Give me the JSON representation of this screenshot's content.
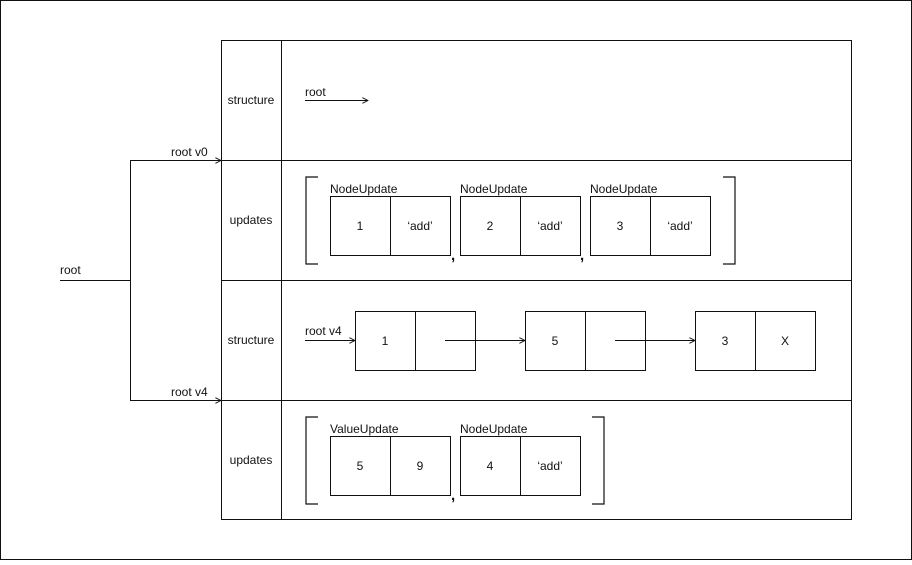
{
  "pointers": {
    "root": "root",
    "root_v0": "root v0",
    "root_v4": "root v4"
  },
  "sections": {
    "v0_structure": {
      "label": "structure",
      "pointer": "root"
    },
    "v0_updates": {
      "label": "updates",
      "items": [
        {
          "type": "NodeUpdate",
          "key": "1",
          "op": "‘add’"
        },
        {
          "type": "NodeUpdate",
          "key": "2",
          "op": "‘add’"
        },
        {
          "type": "NodeUpdate",
          "key": "3",
          "op": "‘add’"
        }
      ]
    },
    "v4_structure": {
      "label": "structure",
      "pointer": "root v4",
      "nodes": [
        {
          "value": "1",
          "next": ""
        },
        {
          "value": "5",
          "next": ""
        },
        {
          "value": "3",
          "next": "X"
        }
      ]
    },
    "v4_updates": {
      "label": "updates",
      "items": [
        {
          "type": "ValueUpdate",
          "key": "5",
          "op": "9"
        },
        {
          "type": "NodeUpdate",
          "key": "4",
          "op": "‘add’"
        }
      ]
    }
  },
  "separator": ","
}
